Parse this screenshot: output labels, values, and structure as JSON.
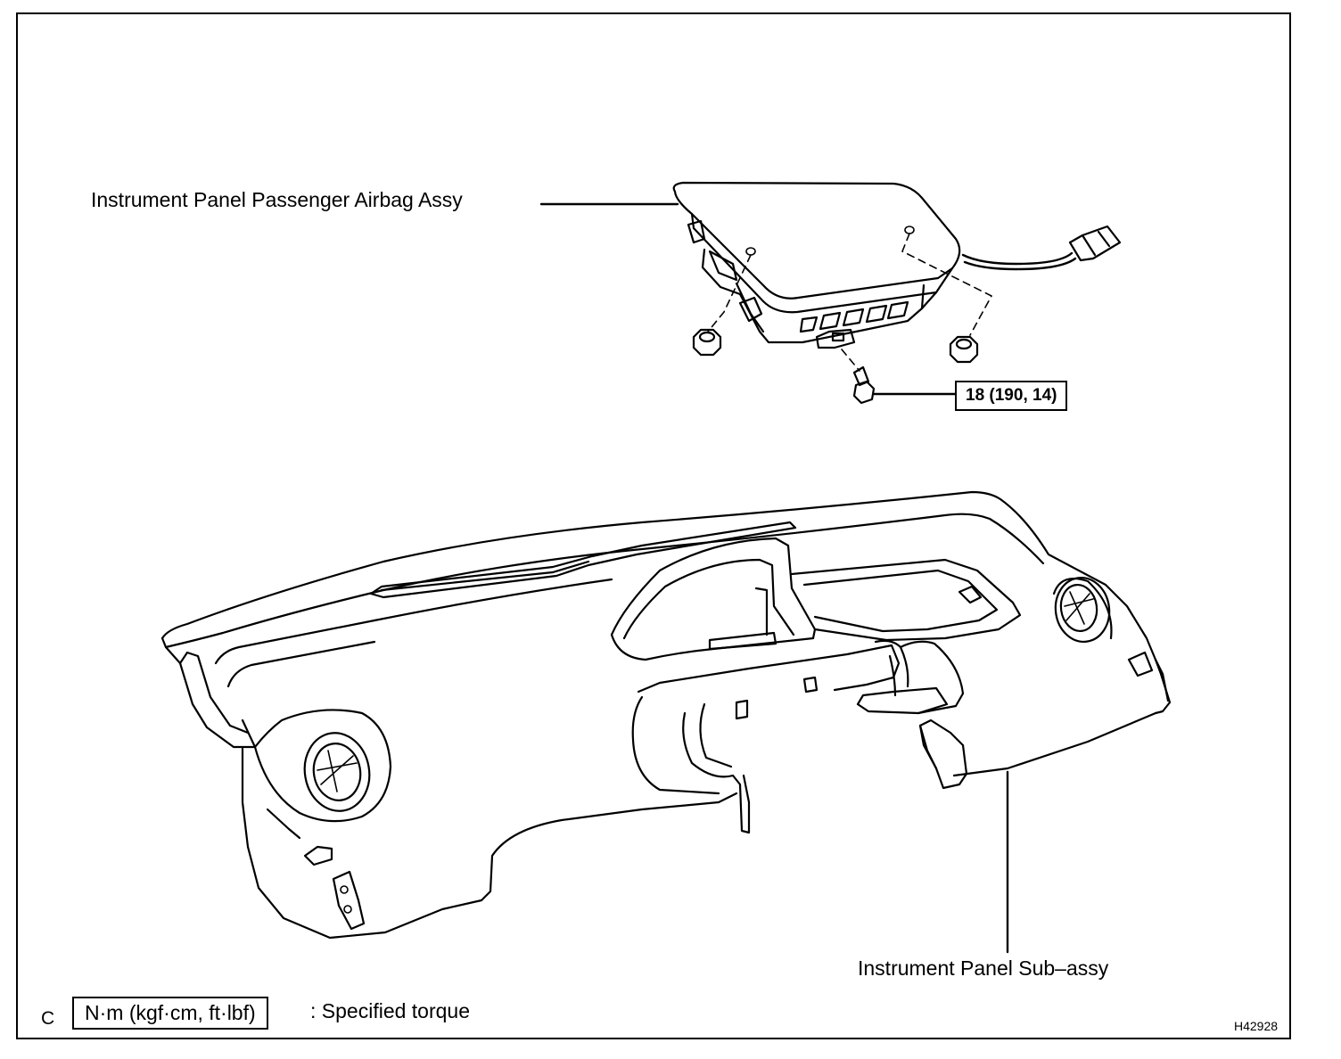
{
  "labels": {
    "airbag": "Instrument Panel Passenger Airbag Assy",
    "panel": "Instrument Panel Sub–assy"
  },
  "torque": {
    "bolt": "18 (190, 14)"
  },
  "legend": {
    "letter": "C",
    "units": "N·m (kgf·cm, ft·lbf)",
    "description": ": Specified torque"
  },
  "figure_id": "H42928"
}
